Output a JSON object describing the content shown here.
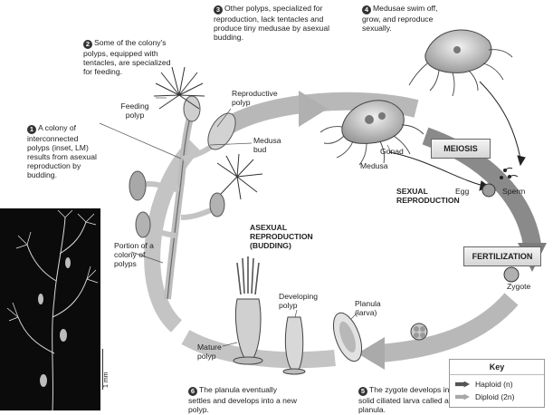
{
  "steps": [
    {
      "number": "1",
      "text": "A colony of interconnected polyps (inset, LM) results from asexual reproduction by budding."
    },
    {
      "number": "2",
      "text": "Some of the colony's polyps, equipped with tentacles, are specialized for feeding."
    },
    {
      "number": "3",
      "text": "Other polyps, specialized for reproduction, lack tentacles and produce tiny medusae by asexual budding."
    },
    {
      "number": "4",
      "text": "Medusae swim off, grow, and reproduce sexually."
    },
    {
      "number": "5",
      "text": "The zygote develops into a solid ciliated larva called a planula."
    },
    {
      "number": "6",
      "text": "The planula eventually settles and develops into a new polyp."
    }
  ],
  "labels": {
    "feeding_polyp": "Feeding polyp",
    "reproductive_polyp": "Reproductive polyp",
    "medusa_bud": "Medusa bud",
    "gonad": "Gonad",
    "medusa": "Medusa",
    "egg": "Egg",
    "sperm": "Sperm",
    "zygote": "Zygote",
    "planula": "Planula (larva)",
    "developing_polyp": "Developing polyp",
    "mature_polyp": "Mature polyp",
    "portion_colony": "Portion of a colony of polyps",
    "asexual": "ASEXUAL REPRODUCTION (BUDDING)",
    "sexual": "SEXUAL REPRODUCTION",
    "scale": "1 mm"
  },
  "stages": {
    "meiosis": "MEIOSIS",
    "fertilization": "FERTILIZATION"
  },
  "key": {
    "title": "Key",
    "haploid": "Haploid (n)",
    "diploid": "Diploid (2n)",
    "haploid_color": "#555555",
    "diploid_color": "#a8a8a8"
  }
}
